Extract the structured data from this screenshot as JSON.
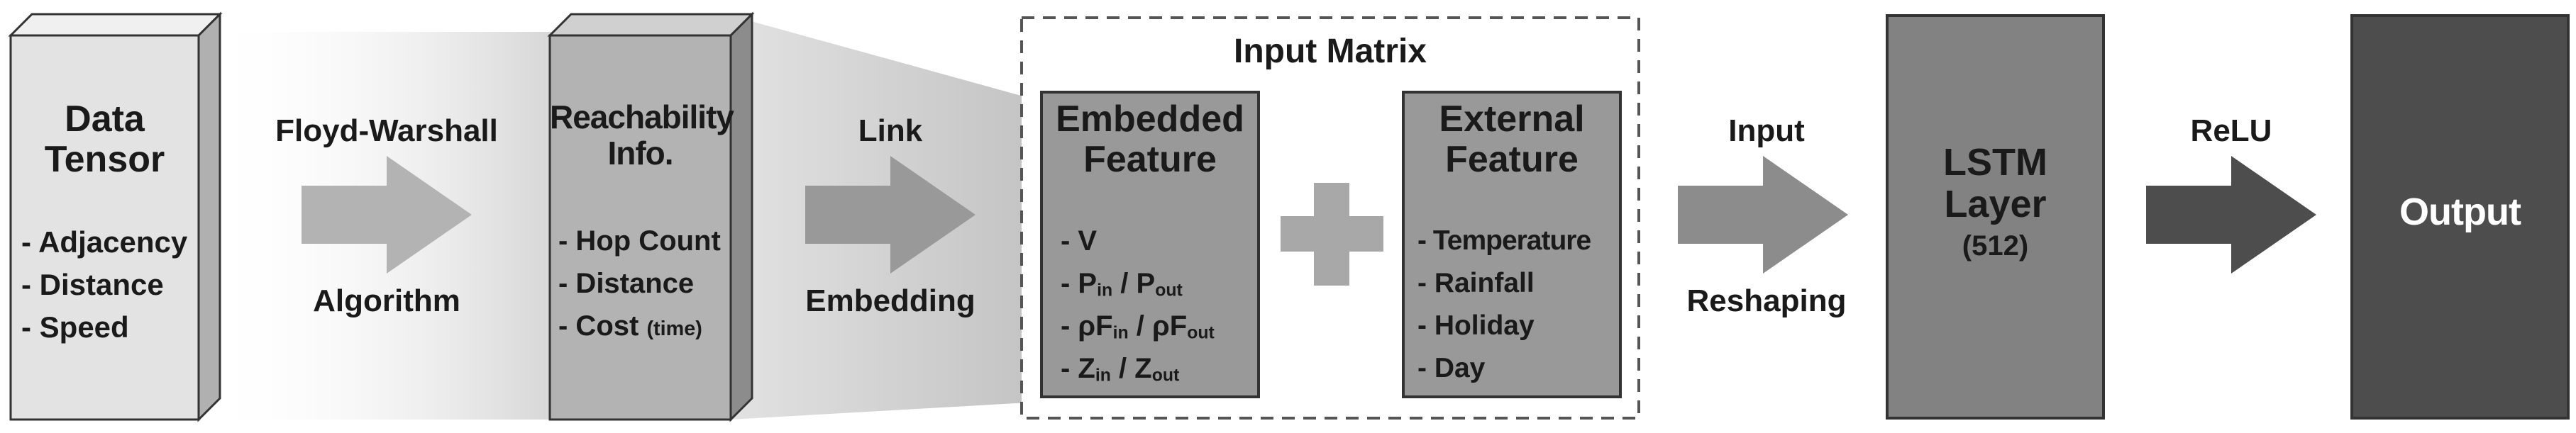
{
  "data_tensor": {
    "title_line1": "Data",
    "title_line2": "Tensor",
    "items": [
      "- Adjacency",
      "- Distance",
      "- Speed"
    ]
  },
  "step1": {
    "top": "Floyd-Warshall",
    "bottom": "Algorithm"
  },
  "reachability": {
    "title_line1": "Reachability",
    "title_line2": "Info.",
    "items": [
      "- Hop Count",
      "- Distance",
      "- Cost"
    ],
    "cost_note": "(time)"
  },
  "step2": {
    "top": "Link",
    "bottom": "Embedding"
  },
  "input_matrix": {
    "title": "Input Matrix",
    "embedded": {
      "title_line1": "Embedded",
      "title_line2": "Feature",
      "items": [
        {
          "a": "- V"
        },
        {
          "a": "- P",
          "a_sub": "in",
          "sep": " / ",
          "b": "P",
          "b_sub": "out"
        },
        {
          "a": "- ρF",
          "a_sub": "in",
          "sep": " / ",
          "b": "ρF",
          "b_sub": "out"
        },
        {
          "a": "- Z",
          "a_sub": "in",
          "sep": " / ",
          "b": "Z",
          "b_sub": "out"
        }
      ]
    },
    "external": {
      "title_line1": "External",
      "title_line2": "Feature",
      "items": [
        "- Temperature",
        "- Rainfall",
        "- Holiday",
        "- Day"
      ]
    }
  },
  "step3": {
    "top": "Input",
    "bottom": "Reshaping"
  },
  "lstm": {
    "title_line1": "LSTM",
    "title_line2": "Layer",
    "units": "(512)"
  },
  "step4": {
    "top": "ReLU"
  },
  "output": {
    "label": "Output"
  },
  "colors": {
    "box_light": "#e3e3e3",
    "box_mid": "#b3b3b3",
    "box_dark": "#989898",
    "box_darker": "#7f7f7f",
    "box_darkest": "#4d4d4d",
    "arrow_light": "#b3b3b3",
    "arrow_mid": "#989898",
    "arrow_dark": "#4d4d4d",
    "stroke": "#333333"
  }
}
